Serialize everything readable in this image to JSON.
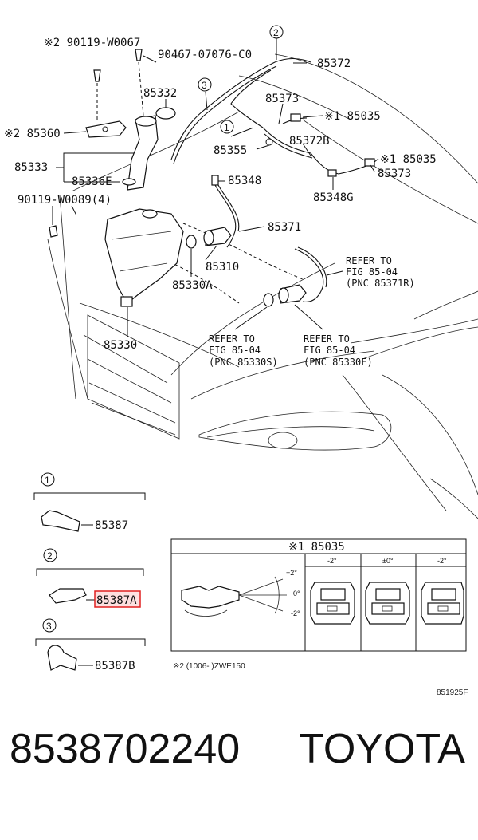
{
  "callouts": {
    "p90119_w0067": "※2 90119-W0067",
    "p90467": "90467-07076-C0",
    "p85372": "85372",
    "p85332": "85332",
    "p85360": "※2 85360",
    "p85373_top": "85373",
    "p85035_top": "※1 85035",
    "p85355": "85355",
    "p85372b": "85372B",
    "p85333": "85333",
    "p85336e": "85336E",
    "p85348": "85348",
    "p85035_mid": "※1 85035",
    "p85373_mid": "85373",
    "p90119_w0089": "90119-W0089(4)",
    "p85348g": "85348G",
    "p85371": "85371",
    "p85310": "85310",
    "p85330a": "85330A",
    "p85330": "85330",
    "p85387": "85387",
    "p85387a": "85387A",
    "p85387b": "85387B"
  },
  "markers": {
    "m1": "1",
    "m2": "2",
    "m3": "3"
  },
  "refs": {
    "ref_top": [
      "REFER TO",
      "FIG 85-04",
      "(PNC 85371R)"
    ],
    "ref_left": [
      "REFER TO",
      "FIG 85-04",
      "(PNC 85330S)"
    ],
    "ref_right": [
      "REFER TO",
      "FIG 85-04",
      "(PNC 85330F)"
    ]
  },
  "detail_box": {
    "title": "※1 85035",
    "angle_up": "+2°",
    "angle_mid": "0°",
    "angle_down": "-2°",
    "col_labels": [
      "-2°",
      "±0°",
      "-2°"
    ]
  },
  "note_applicability": "※2 (1006-      )ZWE150",
  "figure_code": "851925F",
  "footer": {
    "part_number": "8538702240",
    "brand": "TOYOTA"
  },
  "highlight_color": "#e02020"
}
